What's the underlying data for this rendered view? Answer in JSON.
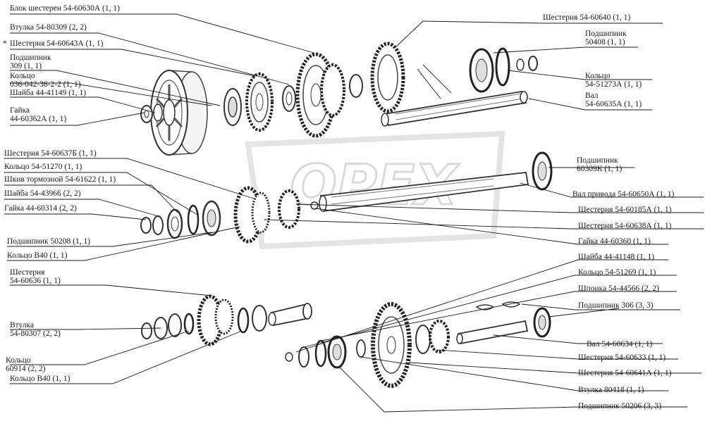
{
  "watermark": "OPEX",
  "colors": {
    "ink": "#1a1a1a",
    "part": "#444444",
    "watermark": "#cfcfcf"
  },
  "labels": {
    "blok_shesteren": "Блок шестерен 54-60630А (1, 1)",
    "vtulka_80309": "Втулка 54-80309 (2, 2)",
    "shest_60643a": "Шестерня 54-60643А (1, 1)",
    "podshipnik_309_a": "Подшипник",
    "podshipnik_309_b": "309 (1, 1)",
    "koltso_036_a": "Кольцо",
    "koltso_036_b": "036-042-36-2-2 (1, 1)",
    "shaiba_41149": "Шайба 44-41149 (1, 1)",
    "gaika_60362_a": "Гайка",
    "gaika_60362_b": "44-60362А (1, 1)",
    "shest_60640": "Шестерня 54-60640 (1, 1)",
    "podshipnik_50408_a": "Подшипник",
    "podshipnik_50408_b": "50408 (1, 1)",
    "koltso_51273_a": "Кольцо",
    "koltso_51273_b": "54-51273А (1, 1)",
    "val_60635_a": "Вал",
    "val_60635_b": "54-60635А (1, 1)",
    "shest_60637b": "Шестерня 54-60637Б (1, 1)",
    "koltso_51270": "Кольцо 54-51270 (1, 1)",
    "shkiv": "Шкив тормозной 54-61622 (1, 1)",
    "shaiba_43966": "Шайба 54-43966 (2, 2)",
    "gaika_60314": "Гайка 44-60314 (2, 2)",
    "podshipnik_50208": "Подшипник 50208 (1, 1)",
    "koltso_b40_top": "Кольцо В40 (1, 1)",
    "podshipnik_60309k_a": "Подшипник",
    "podshipnik_60309k_b": "60309К (1, 1)",
    "val_privoda": "Вал привода 54-60650А (1, 1)",
    "shest_60185a": "Шестерня 54-60185А (1, 1)",
    "shest_60638a": "Шестерня 54-60638А (1, 1)",
    "gaika_60360": "Гайка 44-60360 (1, 1)",
    "shaiba_41148": "Шайба 44-41148 (1, 1)",
    "koltso_51269": "Кольцо 54-51269 (1, 1)",
    "shponka": "Шпонка 54-44566 (2, 2)",
    "podshipnik_306": "Подшипник 306 (3, 3)",
    "shest_60636_a": "Шестерня",
    "shest_60636_b": "54-60636 (1, 1)",
    "vtulka_80307_a": "Втулка",
    "vtulka_80307_b": "54-80307 (2, 2)",
    "koltso_60914_a": "Кольцо",
    "koltso_60914_b": "60914 (2, 2)",
    "koltso_b40_bottom": "Кольцо В40 (1, 1)",
    "val_60634": "Вал 54-60634 (1, 1)",
    "shest_60633": "Шестерня 54-60633 (1, 1)",
    "shest_60641a": "Шестерня 54-60641А (1, 1)",
    "vtulka_80418": "Втулка 80418 (1, 1)",
    "podshipnik_50206": "Подшипник 50206 (3, 3)",
    "star_mark": "*"
  }
}
